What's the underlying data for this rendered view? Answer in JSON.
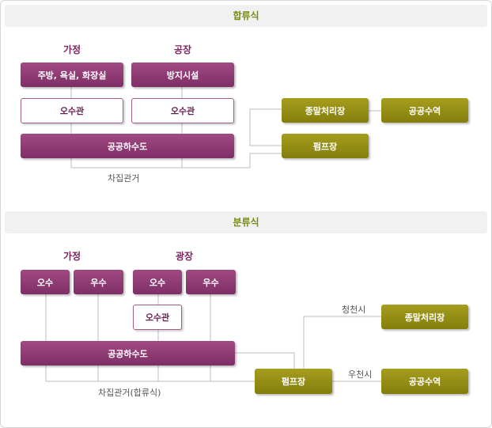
{
  "combined": {
    "title": "합류식",
    "household_label": "가정",
    "factory_label": "공장",
    "household_box": "주방, 욕실, 화장실",
    "factory_box": "방지시설",
    "sewer_pipe_1": "오수관",
    "sewer_pipe_2": "오수관",
    "public_sewer": "공공하수도",
    "treatment_plant": "종말처리장",
    "public_waters": "공공수역",
    "pump_station": "펌프장",
    "interceptor": "차집관거"
  },
  "separate": {
    "title": "분류식",
    "household_label": "가정",
    "factory_label": "광장",
    "household_sewage": "오수",
    "household_rain": "우수",
    "factory_sewage": "오수",
    "factory_rain": "우수",
    "sewer_pipe": "오수관",
    "public_sewer": "공공하수도",
    "pump_station": "펌프장",
    "treatment_plant": "종말처리장",
    "public_waters": "공공수역",
    "clear_weather": "청천시",
    "rainy_weather": "우천시",
    "interceptor": "차집관거(합류식)"
  },
  "colors": {
    "purple": "#8a3a72",
    "olive": "#958e14",
    "connector": "#bdbdbd"
  }
}
